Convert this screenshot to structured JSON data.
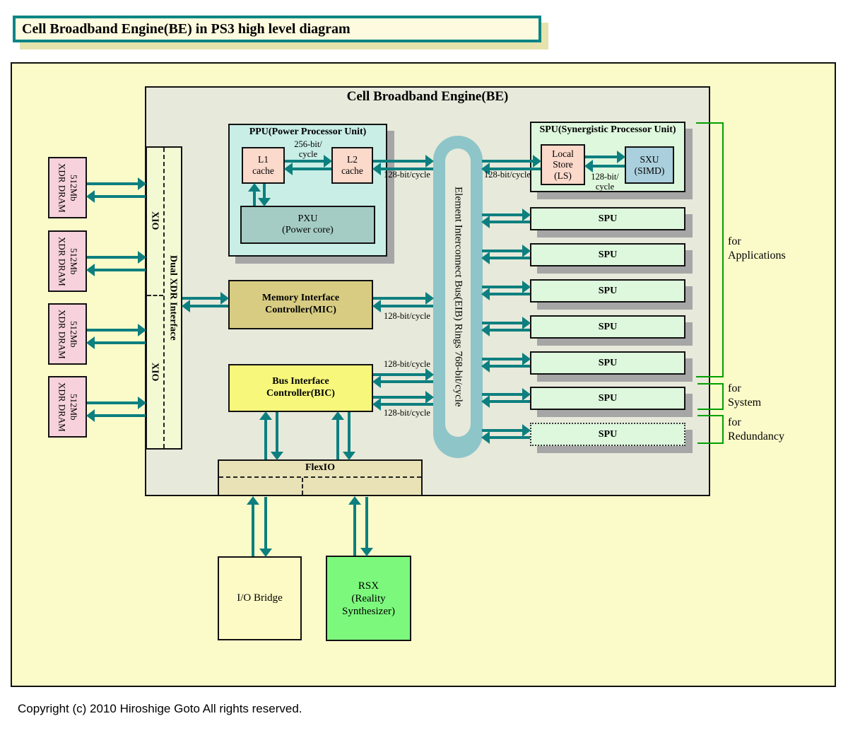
{
  "header": {
    "title": "Cell Broadband Engine(BE) in PS3 high level diagram"
  },
  "footer": {
    "copyright": "Copyright (c) 2010 Hiroshige Goto All rights reserved."
  },
  "colors": {
    "arrow_teal": "#0d7f7f",
    "bracket_green": "#00a000",
    "title_border_teal": "#0d8585",
    "outer_bg": "#fbfbca",
    "panel_bg": "#e7e9da",
    "eib_ring": "#8ec5c9",
    "ppu_fill": "#c9eee6",
    "spu_fill": "#def8dd",
    "cache_fill": "#fbd9cb",
    "pxu_fill": "#a4ccc4",
    "sxu_fill": "#abd0dd",
    "mic_fill": "#d8cc83",
    "bic_fill": "#f7f77b",
    "xdr_if_fill": "#f3f9d3",
    "dram_fill": "#f7d2dc",
    "flexio_fill": "#e9e2b6",
    "io_bridge_fill": "#fdfac5",
    "rsx_fill": "#7cf97d"
  },
  "diagram": {
    "title": "Cell Broadband Engine(BE)",
    "ppu": {
      "title": "PPU(Power Processor Unit)",
      "l1_cache": "L1\ncache",
      "l2_cache": "L2\ncache",
      "pxu": "PXU\n(Power core)",
      "l1_l2_bandwidth": "256-bit/\ncycle",
      "l2_eib_bandwidth": "128-bit/cycle"
    },
    "spu_unit": {
      "title": "SPU(Synergistic Processor Unit)",
      "local_store": "Local\nStore\n(LS)",
      "sxu": "SXU\n(SIMD)",
      "eib_ls_bandwidth": "128-bit/cycle",
      "ls_sxu_bandwidth": "128-bit/\ncycle"
    },
    "eib": {
      "label": "Element Interconnect Bus(EIB) Rings 768-bit/cycle"
    },
    "spu_rows": [
      {
        "label": "SPU"
      },
      {
        "label": "SPU"
      },
      {
        "label": "SPU"
      },
      {
        "label": "SPU"
      },
      {
        "label": "SPU"
      },
      {
        "label": "SPU"
      },
      {
        "label": "SPU"
      }
    ],
    "mic": {
      "label": "Memory Interface\nController(MIC)",
      "eib_bandwidth": "128-bit/cycle"
    },
    "bic": {
      "label": "Bus Interface\nController(BIC)",
      "eib_bandwidth_top": "128-bit/cycle",
      "eib_bandwidth_bottom": "128-bit/cycle"
    },
    "xdr_interface": {
      "label": "Dual XDR Interface",
      "xio_top": "XIO",
      "xio_bottom": "XIO"
    },
    "dram_modules": [
      {
        "label": "XDR DRAM\n512Mb"
      },
      {
        "label": "XDR DRAM\n512Mb"
      },
      {
        "label": "XDR DRAM\n512Mb"
      },
      {
        "label": "XDR DRAM\n512Mb"
      }
    ],
    "flexio": {
      "label": "FlexIO"
    },
    "io_bridge": {
      "label": "I/O Bridge"
    },
    "rsx": {
      "label": "RSX\n(Reality\nSynthesizer)"
    },
    "groups": [
      {
        "label": "for\nApplications"
      },
      {
        "label": "for\nSystem"
      },
      {
        "label": "for\nRedundancy"
      }
    ]
  }
}
